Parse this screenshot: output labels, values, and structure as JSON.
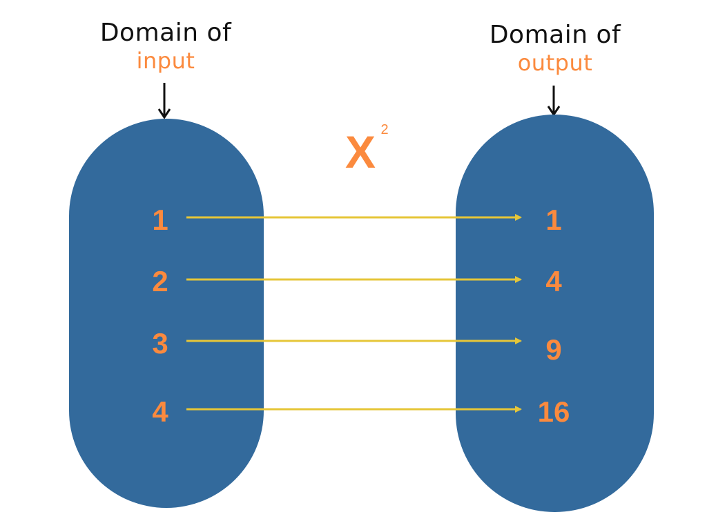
{
  "headings": {
    "input": {
      "line1": "Domain of",
      "line2": "input"
    },
    "output": {
      "line1": "Domain of",
      "line2": "output"
    }
  },
  "function": {
    "base": "X",
    "exponent": "2"
  },
  "mappings": [
    {
      "input": "1",
      "output": "1"
    },
    {
      "input": "2",
      "output": "4"
    },
    {
      "input": "3",
      "output": "9"
    },
    {
      "input": "4",
      "output": "16"
    }
  ],
  "colors": {
    "set_fill": "#336A9C",
    "accent": "#FB8A3E",
    "arrow": "#E6C638",
    "text_dark": "#111111"
  }
}
